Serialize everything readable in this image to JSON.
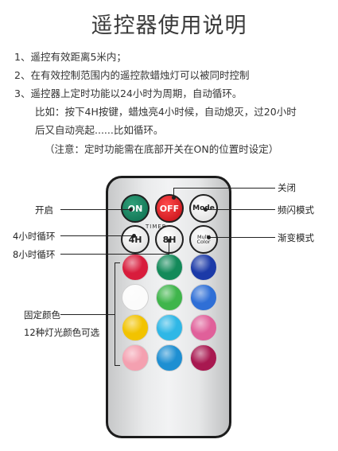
{
  "title": "遥控器使用说明",
  "instructions": [
    "1、遥控有效距离5米内；",
    "2、在有效控制范围内的遥控款蜡烛灯可以被同时控制",
    "3、遥控器上定时功能以24小时为周期，自动循环。",
    "比如：按下4H按键，蜡烛亮4小时候，自动熄灭，过20小时",
    "后又自动亮起......比如循环。",
    "（注意：定时功能需在底部开关在ON的位置时设定）"
  ],
  "buttons": {
    "on": "ON",
    "off": "OFF",
    "mode": "Mode",
    "h4": "4H",
    "h8": "8H",
    "multi_color": "Multi Color",
    "timer": "TIMER"
  },
  "labels": {
    "on": "开启",
    "off": "关闭",
    "flash": "频闪模式",
    "h4": "4小时循环",
    "h8": "8小时循环",
    "gradient": "渐变模式",
    "fixed_color": "固定颜色",
    "twelve_colors": "12种灯光颜色可选"
  },
  "colors": {
    "row1": [
      "#d81c3c",
      "#138a5a",
      "#1c3aa8"
    ],
    "row2": [
      "#fbfbfb",
      "#3fb54b",
      "#2f6fd6"
    ],
    "row3": [
      "#f2c300",
      "#2fb7e6",
      "#e0609a"
    ],
    "row4": [
      "#f4a0b0",
      "#1e8fd2",
      "#a81850"
    ]
  }
}
